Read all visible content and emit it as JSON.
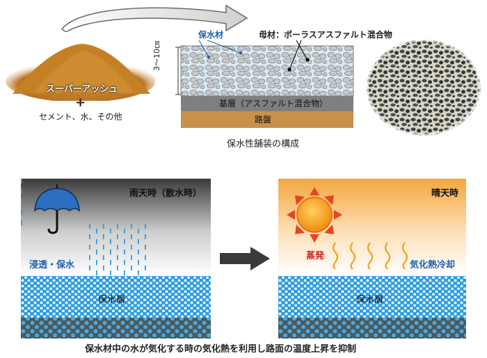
{
  "top": {
    "material_main": "スーパーアッシュ",
    "plus": "+",
    "material_sub": "セメント、水、その他",
    "label_water_material": "保水材",
    "label_matrix": "母材：ポーラスアスファルト混合物",
    "thickness": "3～10㎝",
    "base_layer": "基層（アスファルト混合物）",
    "subgrade": "路盤",
    "caption": "保水性舗装の構成"
  },
  "rain_panel": {
    "title": "雨天時（散水時）",
    "infiltration": "浸透・保水",
    "layer": "保水層"
  },
  "sunny_panel": {
    "title": "晴天時",
    "evaporation": "蒸発",
    "cooling": "気化熱冷却",
    "layer": "保水層"
  },
  "footer": {
    "caption": "保水材中の水が気化する時の気化熱を利用し路面の温度上昇を抑制"
  },
  "colors": {
    "soil": "#c8862e",
    "water_material": "#1f5fb0",
    "base_layer": "#7f7f7f",
    "subgrade": "#c8914a",
    "water_layer": "#2c9be0",
    "evaporation_text": "#d02020",
    "sun": "#f29a1c"
  },
  "icons": [
    "curved-arrow-icon",
    "umbrella-icon",
    "sun-icon",
    "right-arrow-icon"
  ]
}
